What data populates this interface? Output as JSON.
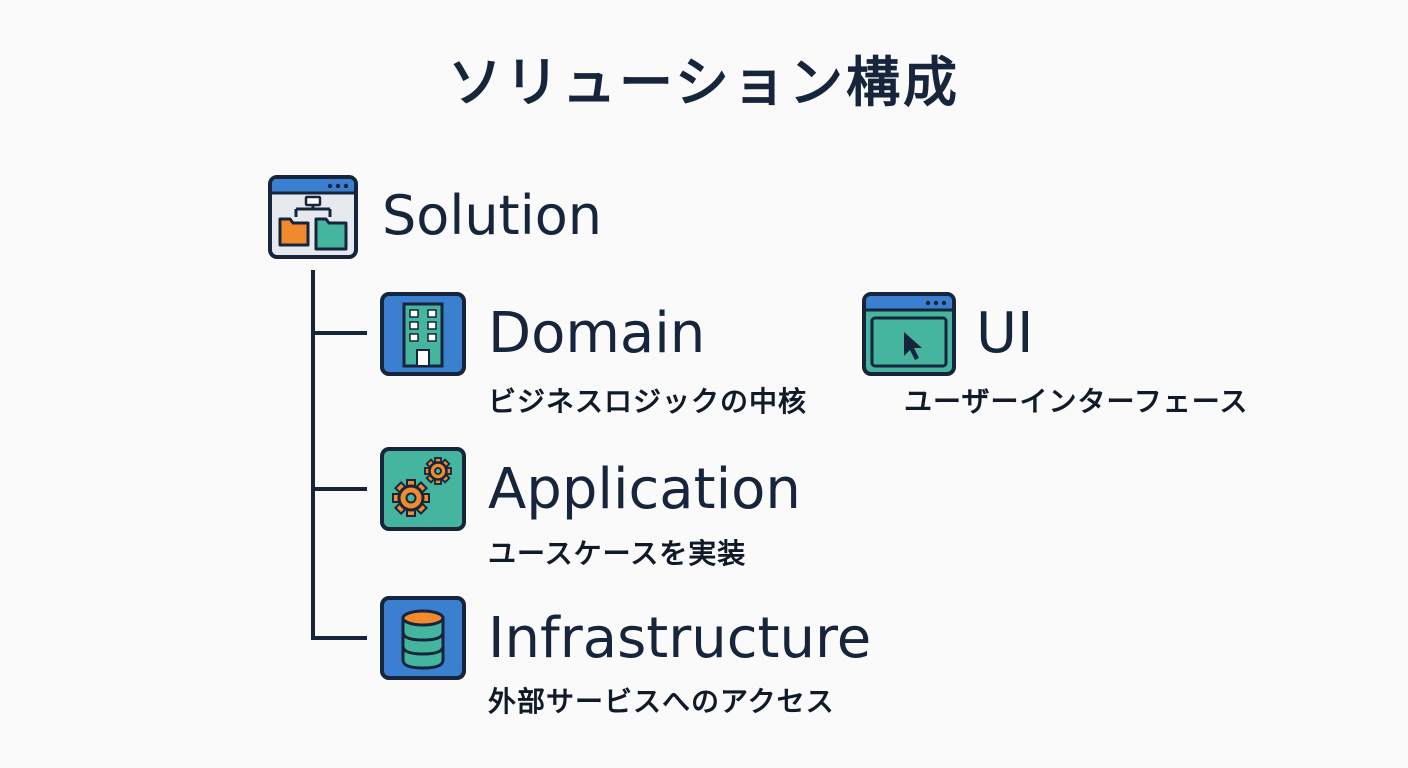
{
  "title": "ソリューション構成",
  "solution": {
    "name": "Solution",
    "icon": "solution-folder-icon"
  },
  "projects": [
    {
      "key": "domain",
      "name": "Domain",
      "desc": "ビジネスロジックの中核",
      "icon": "building-icon"
    },
    {
      "key": "ui",
      "name": "UI",
      "desc": "ユーザーインターフェース",
      "icon": "browser-cursor-icon"
    },
    {
      "key": "application",
      "name": "Application",
      "desc": "ユースケースを実装",
      "icon": "gears-icon"
    },
    {
      "key": "infrastructure",
      "name": "Infrastructure",
      "desc": "外部サービスへのアクセス",
      "icon": "database-icon"
    }
  ],
  "colors": {
    "navy": "#16253b",
    "blue": "#3a7fd0",
    "teal": "#46b5a0",
    "orange": "#f08a2c",
    "light_gray": "#e6e9ee",
    "background": "#fafafa"
  }
}
